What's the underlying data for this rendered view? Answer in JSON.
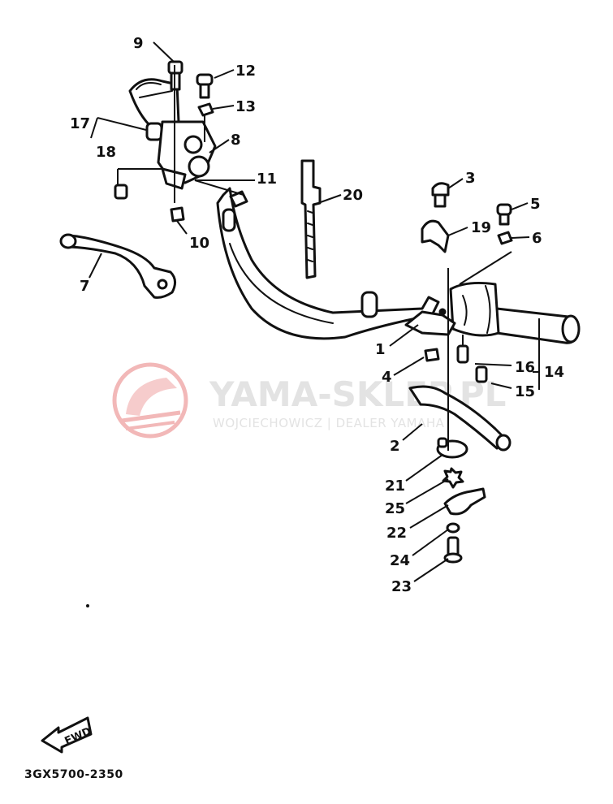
{
  "watermark": {
    "title": "YAMA-SKLEP.PL",
    "subtitle": "WOJCIECHOWICZ | DEALER YAMAHA",
    "color": "#e3e3e3",
    "logo_color": "#f2b8b8"
  },
  "callouts": [
    "1",
    "2",
    "3",
    "4",
    "5",
    "6",
    "7",
    "8",
    "9",
    "10",
    "11",
    "12",
    "13",
    "14",
    "15",
    "16",
    "17",
    "18",
    "19",
    "20",
    "21",
    "22",
    "23",
    "24",
    "25"
  ],
  "direction_label": "FWD",
  "diagram_code": "3GX5700-2350"
}
